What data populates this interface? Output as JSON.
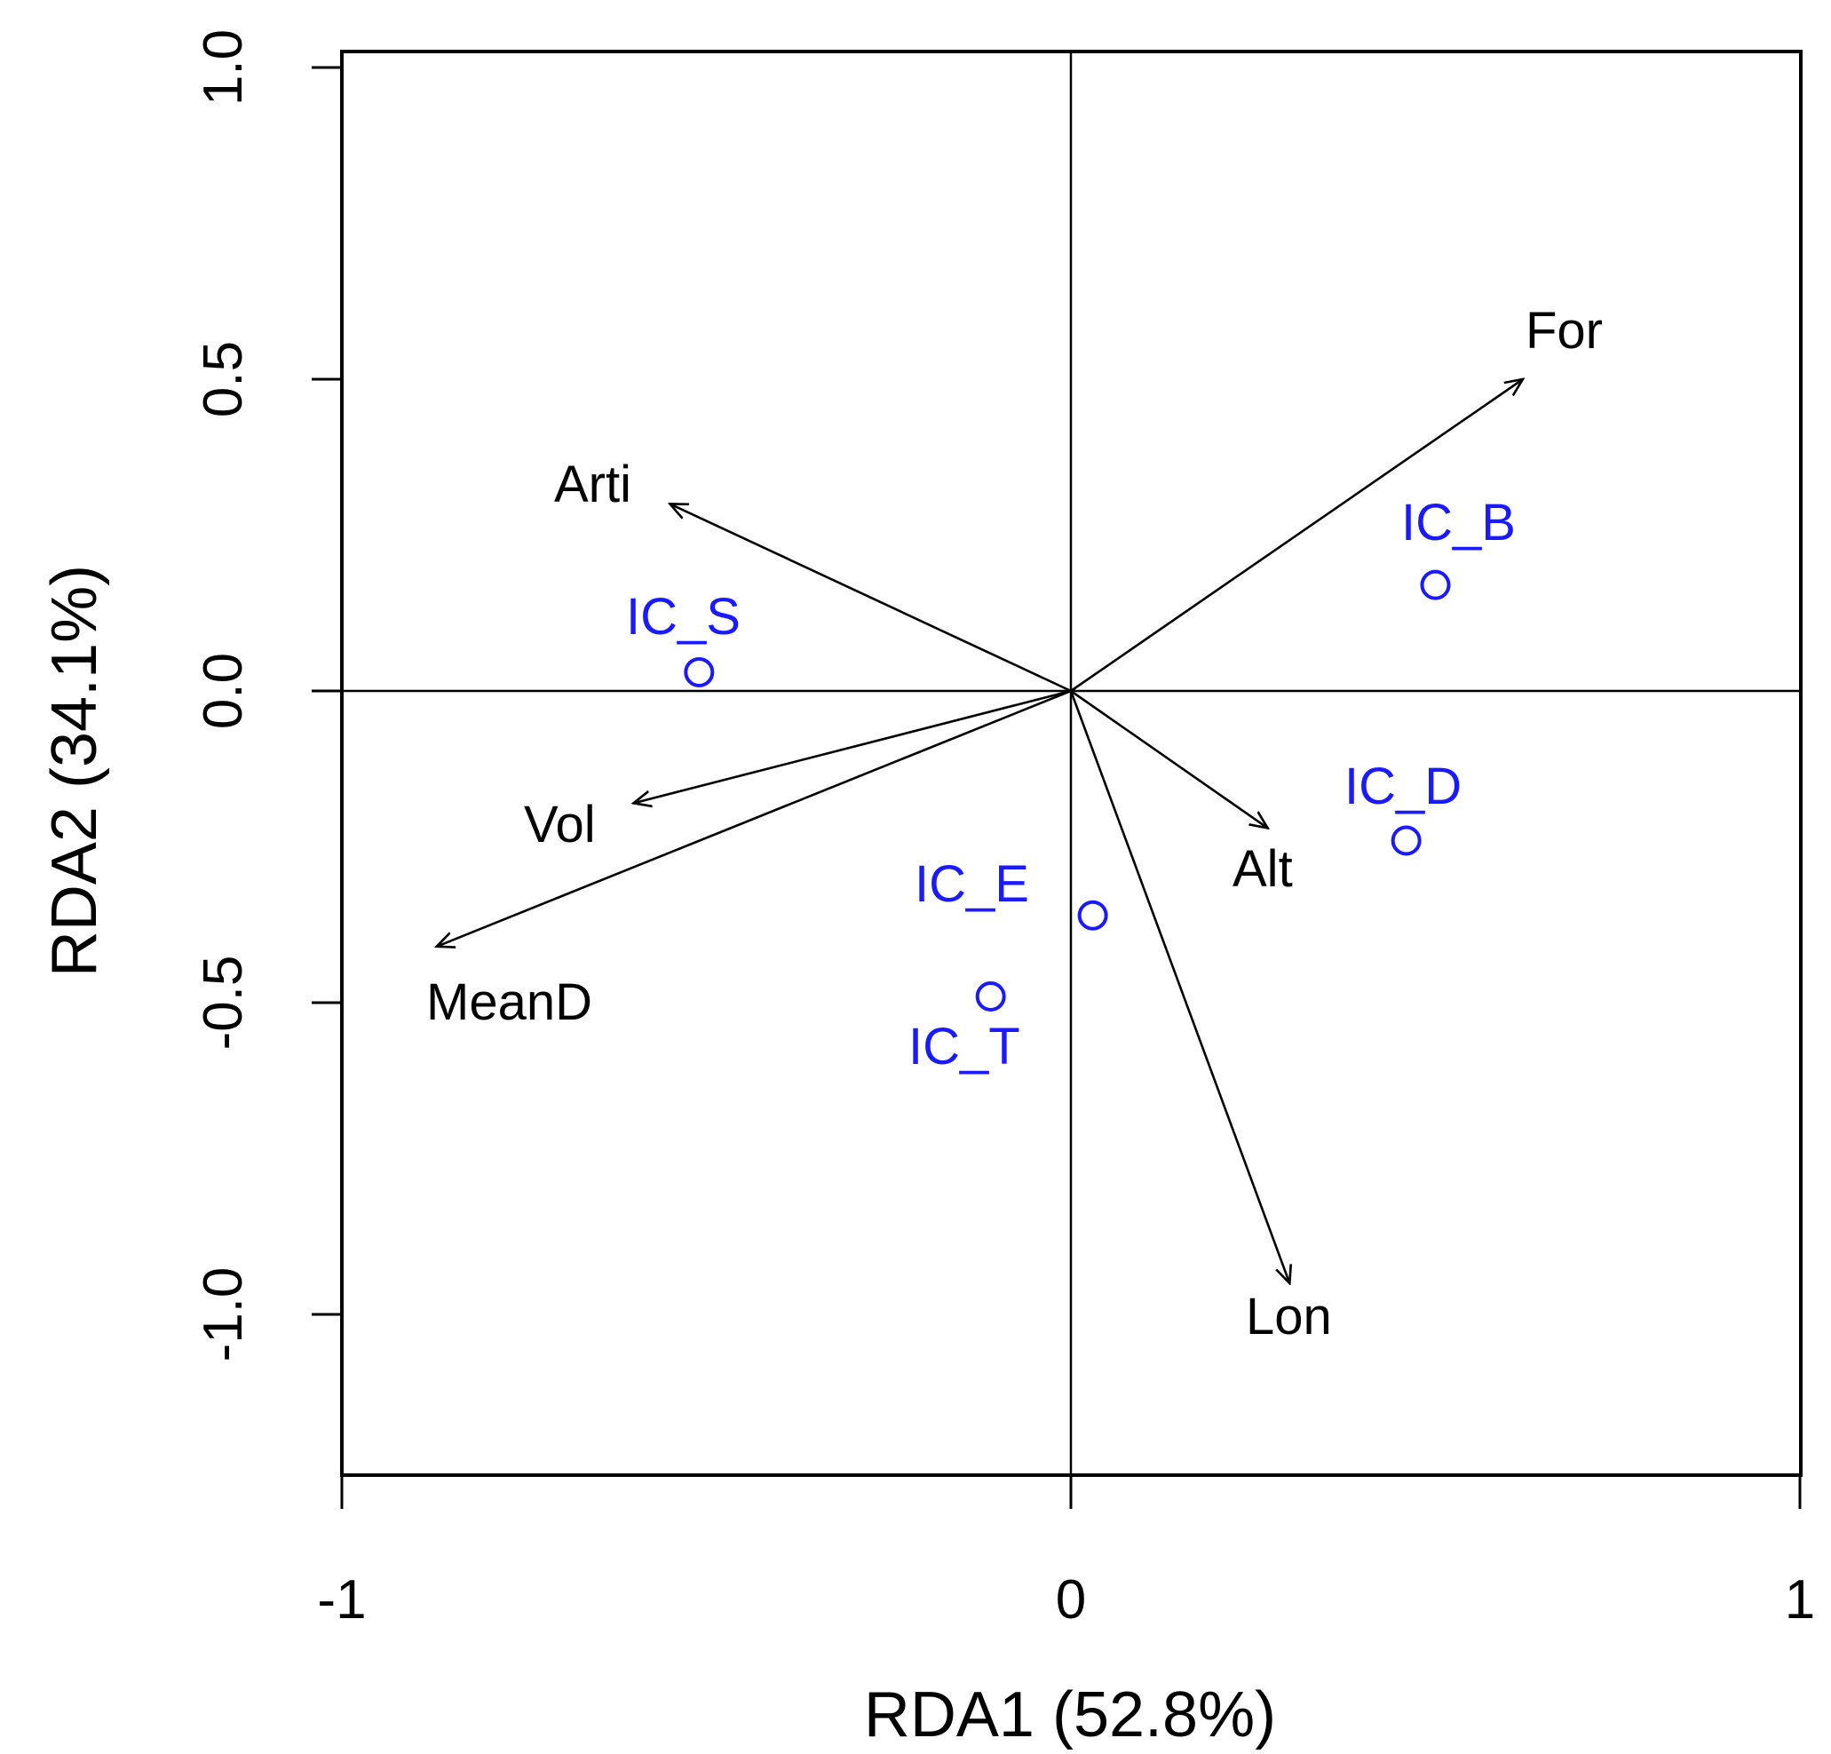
{
  "chart_data": {
    "type": "scatter",
    "title": "",
    "xlabel": "RDA1 (52.8%)",
    "ylabel": "RDA2 (34.1%)",
    "xlim": [
      -1,
      1
    ],
    "ylim": [
      -1.26,
      1.03
    ],
    "x_ticks": [
      -1,
      0,
      1
    ],
    "x_tick_labels": [
      "-1",
      "0",
      "1"
    ],
    "y_ticks": [
      -1.0,
      -0.5,
      0.0,
      0.5,
      1.0
    ],
    "y_tick_labels": [
      "-1.0",
      "-0.5",
      "0.0",
      "0.5",
      "1.0"
    ],
    "grid": false,
    "reference_lines": {
      "x": 0,
      "y": 0
    },
    "vectors": [
      {
        "name": "For",
        "x": 0.62,
        "y": 0.5
      },
      {
        "name": "Arti",
        "x": -0.55,
        "y": 0.3
      },
      {
        "name": "Vol",
        "x": -0.6,
        "y": -0.18
      },
      {
        "name": "MeanD",
        "x": -0.87,
        "y": -0.41
      },
      {
        "name": "Alt",
        "x": 0.27,
        "y": -0.22
      },
      {
        "name": "Lon",
        "x": 0.3,
        "y": -0.95
      }
    ],
    "sites": [
      {
        "name": "IC_B",
        "x": 0.5,
        "y": 0.17
      },
      {
        "name": "IC_S",
        "x": -0.51,
        "y": 0.03
      },
      {
        "name": "IC_D",
        "x": 0.46,
        "y": -0.24
      },
      {
        "name": "IC_E",
        "x": 0.03,
        "y": -0.36
      },
      {
        "name": "IC_T",
        "x": -0.11,
        "y": -0.49
      }
    ],
    "colors": {
      "vectors": "#000000",
      "sites": "#1a1aff"
    }
  }
}
